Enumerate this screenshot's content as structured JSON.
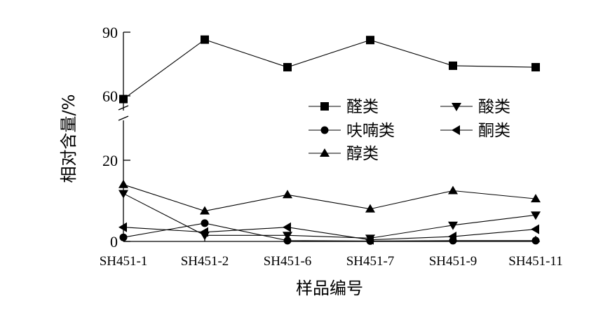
{
  "chart_data": {
    "type": "line",
    "title": "",
    "xlabel": "样品编号",
    "ylabel": "相对含量/%",
    "categories": [
      "SH451-1",
      "SH451-2",
      "SH451-6",
      "SH451-7",
      "SH451-9",
      "SH451-11"
    ],
    "y_ticks": [
      0,
      20,
      60,
      90
    ],
    "y_tick_labels": [
      "0",
      "20",
      "60",
      "90"
    ],
    "axis_break": [
      30,
      58
    ],
    "ylim": [
      0,
      90
    ],
    "grid": false,
    "legend_position": "center-right",
    "series": [
      {
        "name": "醛类",
        "marker": "square",
        "values": [
          58.5,
          86.5,
          73.5,
          86.3,
          74.2,
          73.5
        ]
      },
      {
        "name": "呋喃类",
        "marker": "circle",
        "values": [
          1.0,
          4.5,
          0.2,
          0.1,
          0.2,
          0.2
        ]
      },
      {
        "name": "醇类",
        "marker": "triangle-up",
        "values": [
          14.0,
          7.5,
          11.5,
          8.0,
          12.5,
          10.5
        ]
      },
      {
        "name": "酸类",
        "marker": "triangle-down",
        "values": [
          11.8,
          1.5,
          1.5,
          0.8,
          4.0,
          6.5
        ]
      },
      {
        "name": "酮类",
        "marker": "triangle-left",
        "values": [
          3.5,
          2.3,
          3.5,
          0.4,
          1.2,
          3.0
        ]
      }
    ],
    "legend_order": [
      0,
      3,
      1,
      4,
      2
    ]
  }
}
